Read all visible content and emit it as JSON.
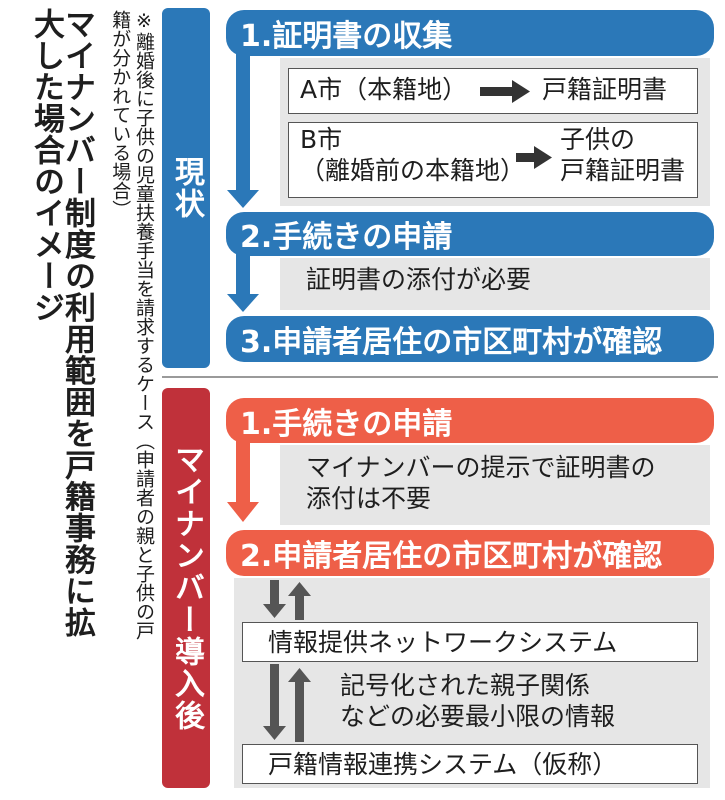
{
  "title": "マイナンバー制度の利用範囲を戸籍事務に拡大した場合のイメージ",
  "note": "※離婚後に子供の児童扶養手当を請求するケース（申請者の親と子供の戸籍が分かれている場合）",
  "current": {
    "label": "現状",
    "step1": "1.証明書の収集",
    "cityA_from": "A市（本籍地）",
    "cityA_to": "戸籍証明書",
    "cityB_from_line1": "B市",
    "cityB_from_line2": "（離婚前の本籍地）",
    "cityB_to_line1": "子供の",
    "cityB_to_line2": "戸籍証明書",
    "step2": "2.手続きの申請",
    "step2_note": "証明書の添付が必要",
    "step3": "3.申請者居住の市区町村が確認"
  },
  "after": {
    "label": "マイナンバー導入後",
    "step1": "1.手続きの申請",
    "step1_note_line1": "マイナンバーの提示で証明書の",
    "step1_note_line2": "添付は不要",
    "step2": "2.申請者居住の市区町村が確認",
    "network": "情報提供ネットワークシステム",
    "info_line1": "記号化された親子関係",
    "info_line2": "などの必要最小限の情報",
    "koseki_system": "戸籍情報連携システム（仮称）"
  },
  "colors": {
    "blue": "#2b78b8",
    "red": "#ee5f48",
    "dark_red": "#c0313a",
    "grey": "#e6e6e6"
  }
}
